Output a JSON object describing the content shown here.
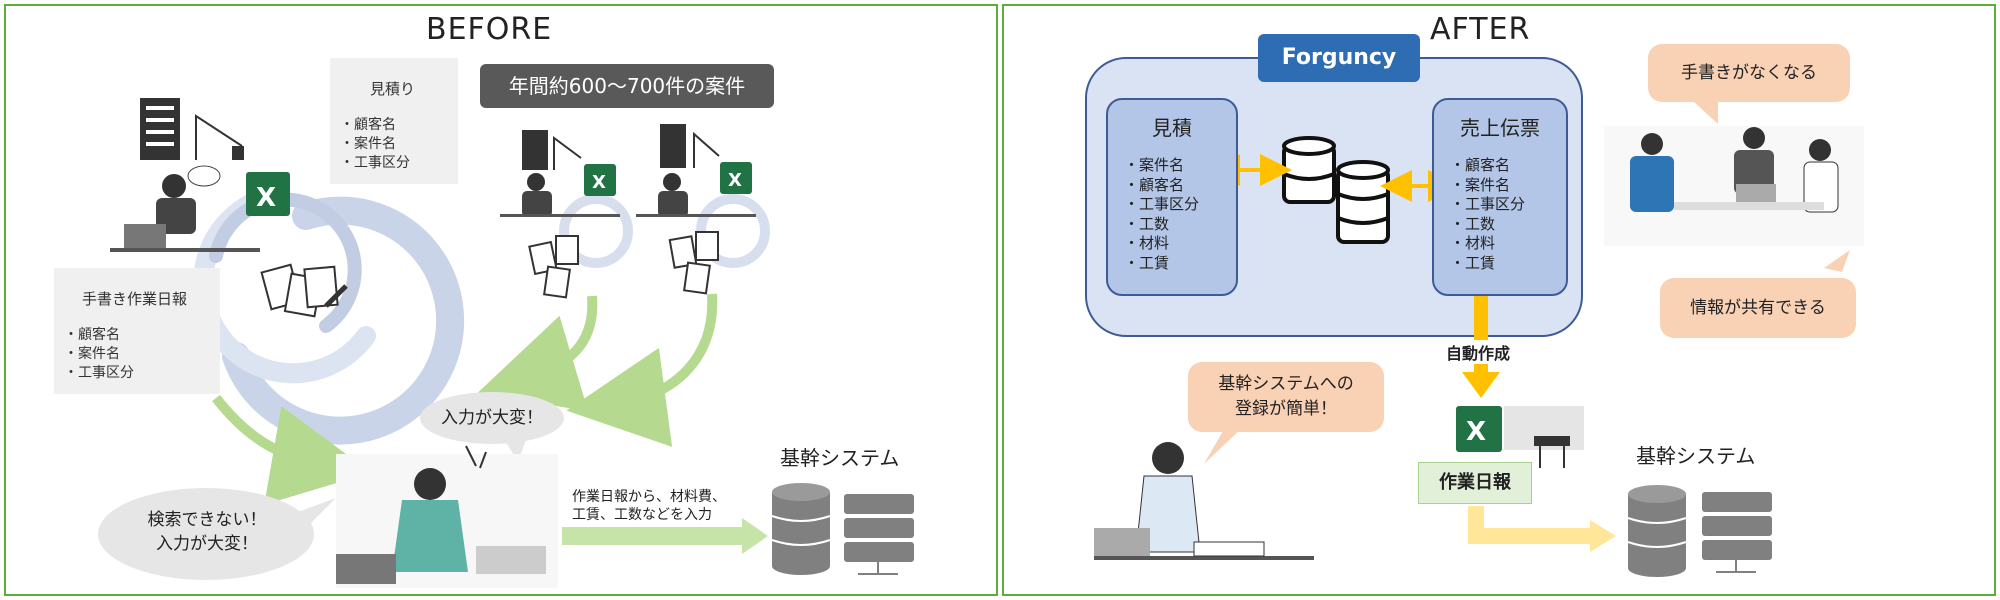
{
  "before": {
    "title": "BEFORE",
    "estimate_note": {
      "title": "見積り",
      "items": [
        "・顧客名",
        "・案件名",
        "・工事区分"
      ]
    },
    "volume_banner": "年間約600〜700件の案件",
    "handwritten_note": {
      "title": "手書き作業日報",
      "items": [
        "・顧客名",
        "・案件名",
        "・工事区分"
      ]
    },
    "bubble_input_hard": "入力が大変！",
    "bubble_search": [
      "検索できない！",
      "入力が大変！"
    ],
    "system_label": "基幹システム",
    "input_caption": [
      "作業日報から、材料費、",
      "工賃、工数などを入力"
    ]
  },
  "after": {
    "title": "AFTER",
    "forgumcy_label": "Forguncy",
    "estimate_box": {
      "title": "見積",
      "items": [
        "・案件名",
        "・顧客名",
        "・工事区分",
        "・工数",
        "・材料",
        "・工賃"
      ]
    },
    "sales_box": {
      "title": "売上伝票",
      "items": [
        "・顧客名",
        "・案件名",
        "・工事区分",
        "・工数",
        "・材料",
        "・工賃"
      ]
    },
    "bubble_no_handwriting": "手書きがなくなる",
    "bubble_shared": "情報が共有できる",
    "auto_create": "自動作成",
    "bubble_easy": [
      "基幹システムへの",
      "登録が簡単！"
    ],
    "report_label": "作業日報",
    "system_label": "基幹システム"
  },
  "colors": {
    "panel_border": "#5cae3c",
    "forgumcy_blue": "#2e6db4",
    "box_blue": "#b3c6e7",
    "outer_blue": "#dae3f3",
    "orange_bubble": "#f9d1b5",
    "arrow_yellow": "#ffc000",
    "arrow_green": "#b5d98f",
    "report_green": "#e2f0d9"
  }
}
